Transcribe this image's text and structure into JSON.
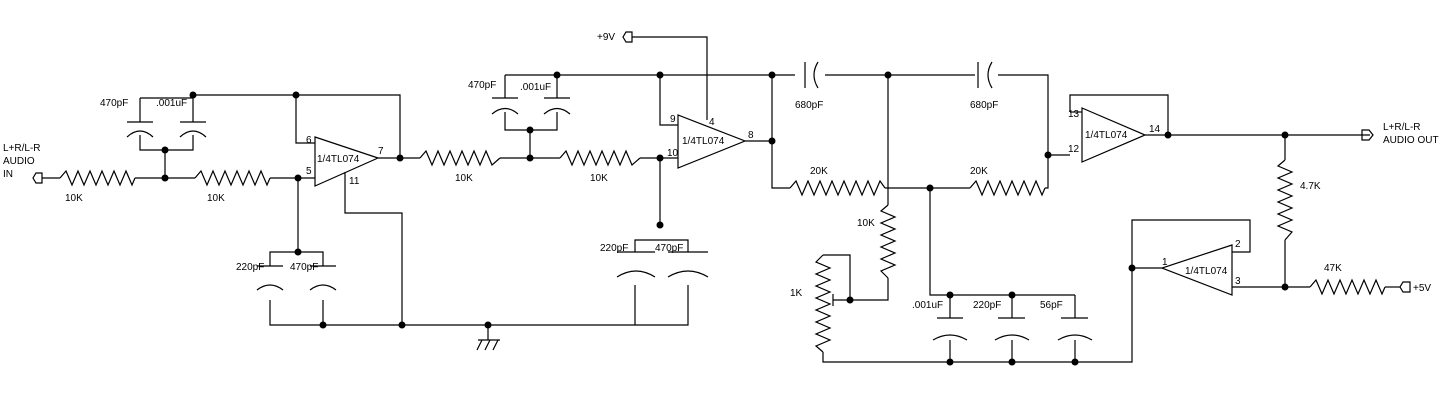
{
  "input": {
    "line1": "L+R/L-R",
    "line2": "AUDIO",
    "line3": "IN"
  },
  "output": {
    "line1": "L+R/L-R",
    "line2": "AUDIO OUT"
  },
  "supply_9v": "+9V",
  "supply_5v": "+5V",
  "opamps": {
    "u1": {
      "label": "1/4TL074",
      "pin_inv": "6",
      "pin_non": "5",
      "pin_out": "7",
      "pin_neg": "11"
    },
    "u2": {
      "label": "1/4TL074",
      "pin_inv": "9",
      "pin_non": "10",
      "pin_out": "8",
      "pin_pos": "4"
    },
    "u3": {
      "label": "1/4TL074",
      "pin_inv": "13",
      "pin_non": "12",
      "pin_out": "14"
    },
    "u4": {
      "label": "1/4TL074",
      "pin_inv": "2",
      "pin_non": "3",
      "pin_out": "1"
    }
  },
  "resistors": {
    "r_in": "10K",
    "r_s1": "10K",
    "r_s2a": "10K",
    "r_s2b": "10K",
    "r_b1": "20K",
    "r_b2": "20K",
    "r_v": "10K",
    "pot": "1K",
    "r_47": "4.7K",
    "r_47k": "47K"
  },
  "capacitors": {
    "c1a": "470pF",
    "c1b": ".001uF",
    "c1c": "220pF",
    "c1d": "470pF",
    "c2a": "470pF",
    "c2b": ".001uF",
    "c2c": "220pF",
    "c2d": "470pF",
    "c_b1": "680pF",
    "c_b2": "680pF",
    "c_e1": ".001uF",
    "c_e2": "220pF",
    "c_e3": "56pF"
  }
}
